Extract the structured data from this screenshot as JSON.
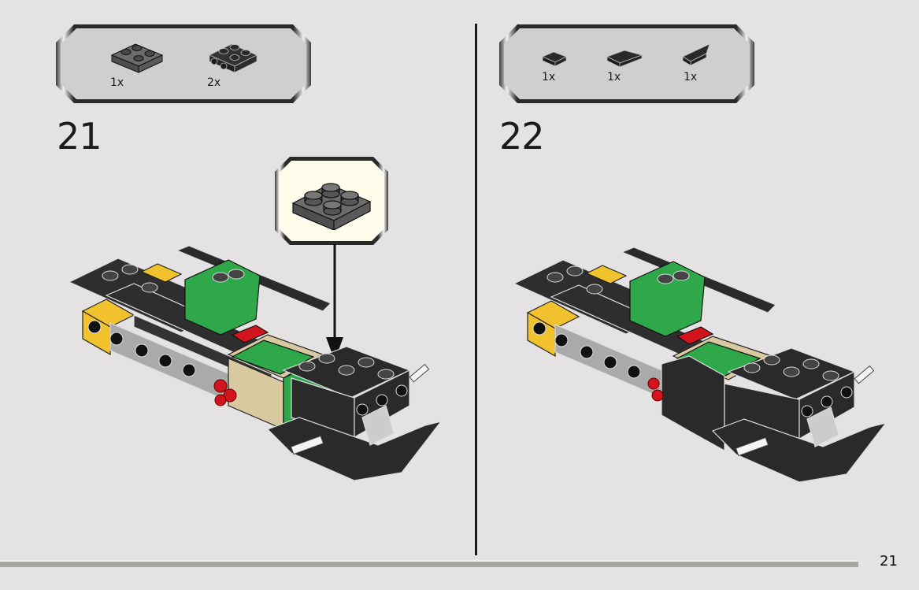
{
  "page": {
    "number": "21"
  },
  "steps": [
    {
      "number": "21",
      "parts": [
        {
          "name": "plate-2x2-dark-bluish-gray",
          "qty": "1x"
        },
        {
          "name": "plate-2x2-with-side-studs-black",
          "qty": "2x"
        }
      ],
      "callout": {
        "part": "plate-2x2-dark-bluish-gray"
      }
    },
    {
      "number": "22",
      "parts": [
        {
          "name": "tile-1x1-black",
          "qty": "1x"
        },
        {
          "name": "wedge-tile-black",
          "qty": "1x"
        },
        {
          "name": "wedge-plate-black",
          "qty": "1x"
        }
      ]
    }
  ],
  "colors": {
    "background": "#e4e2e3",
    "parts_box": "#cfcfcf",
    "callout_bg": "#fdfbea",
    "green": "#2fa84a",
    "yellow": "#f2c12e",
    "red": "#d4141c",
    "tan": "#d9c9a0",
    "black": "#2a2a2a",
    "light_gray": "#a8a8a8"
  }
}
